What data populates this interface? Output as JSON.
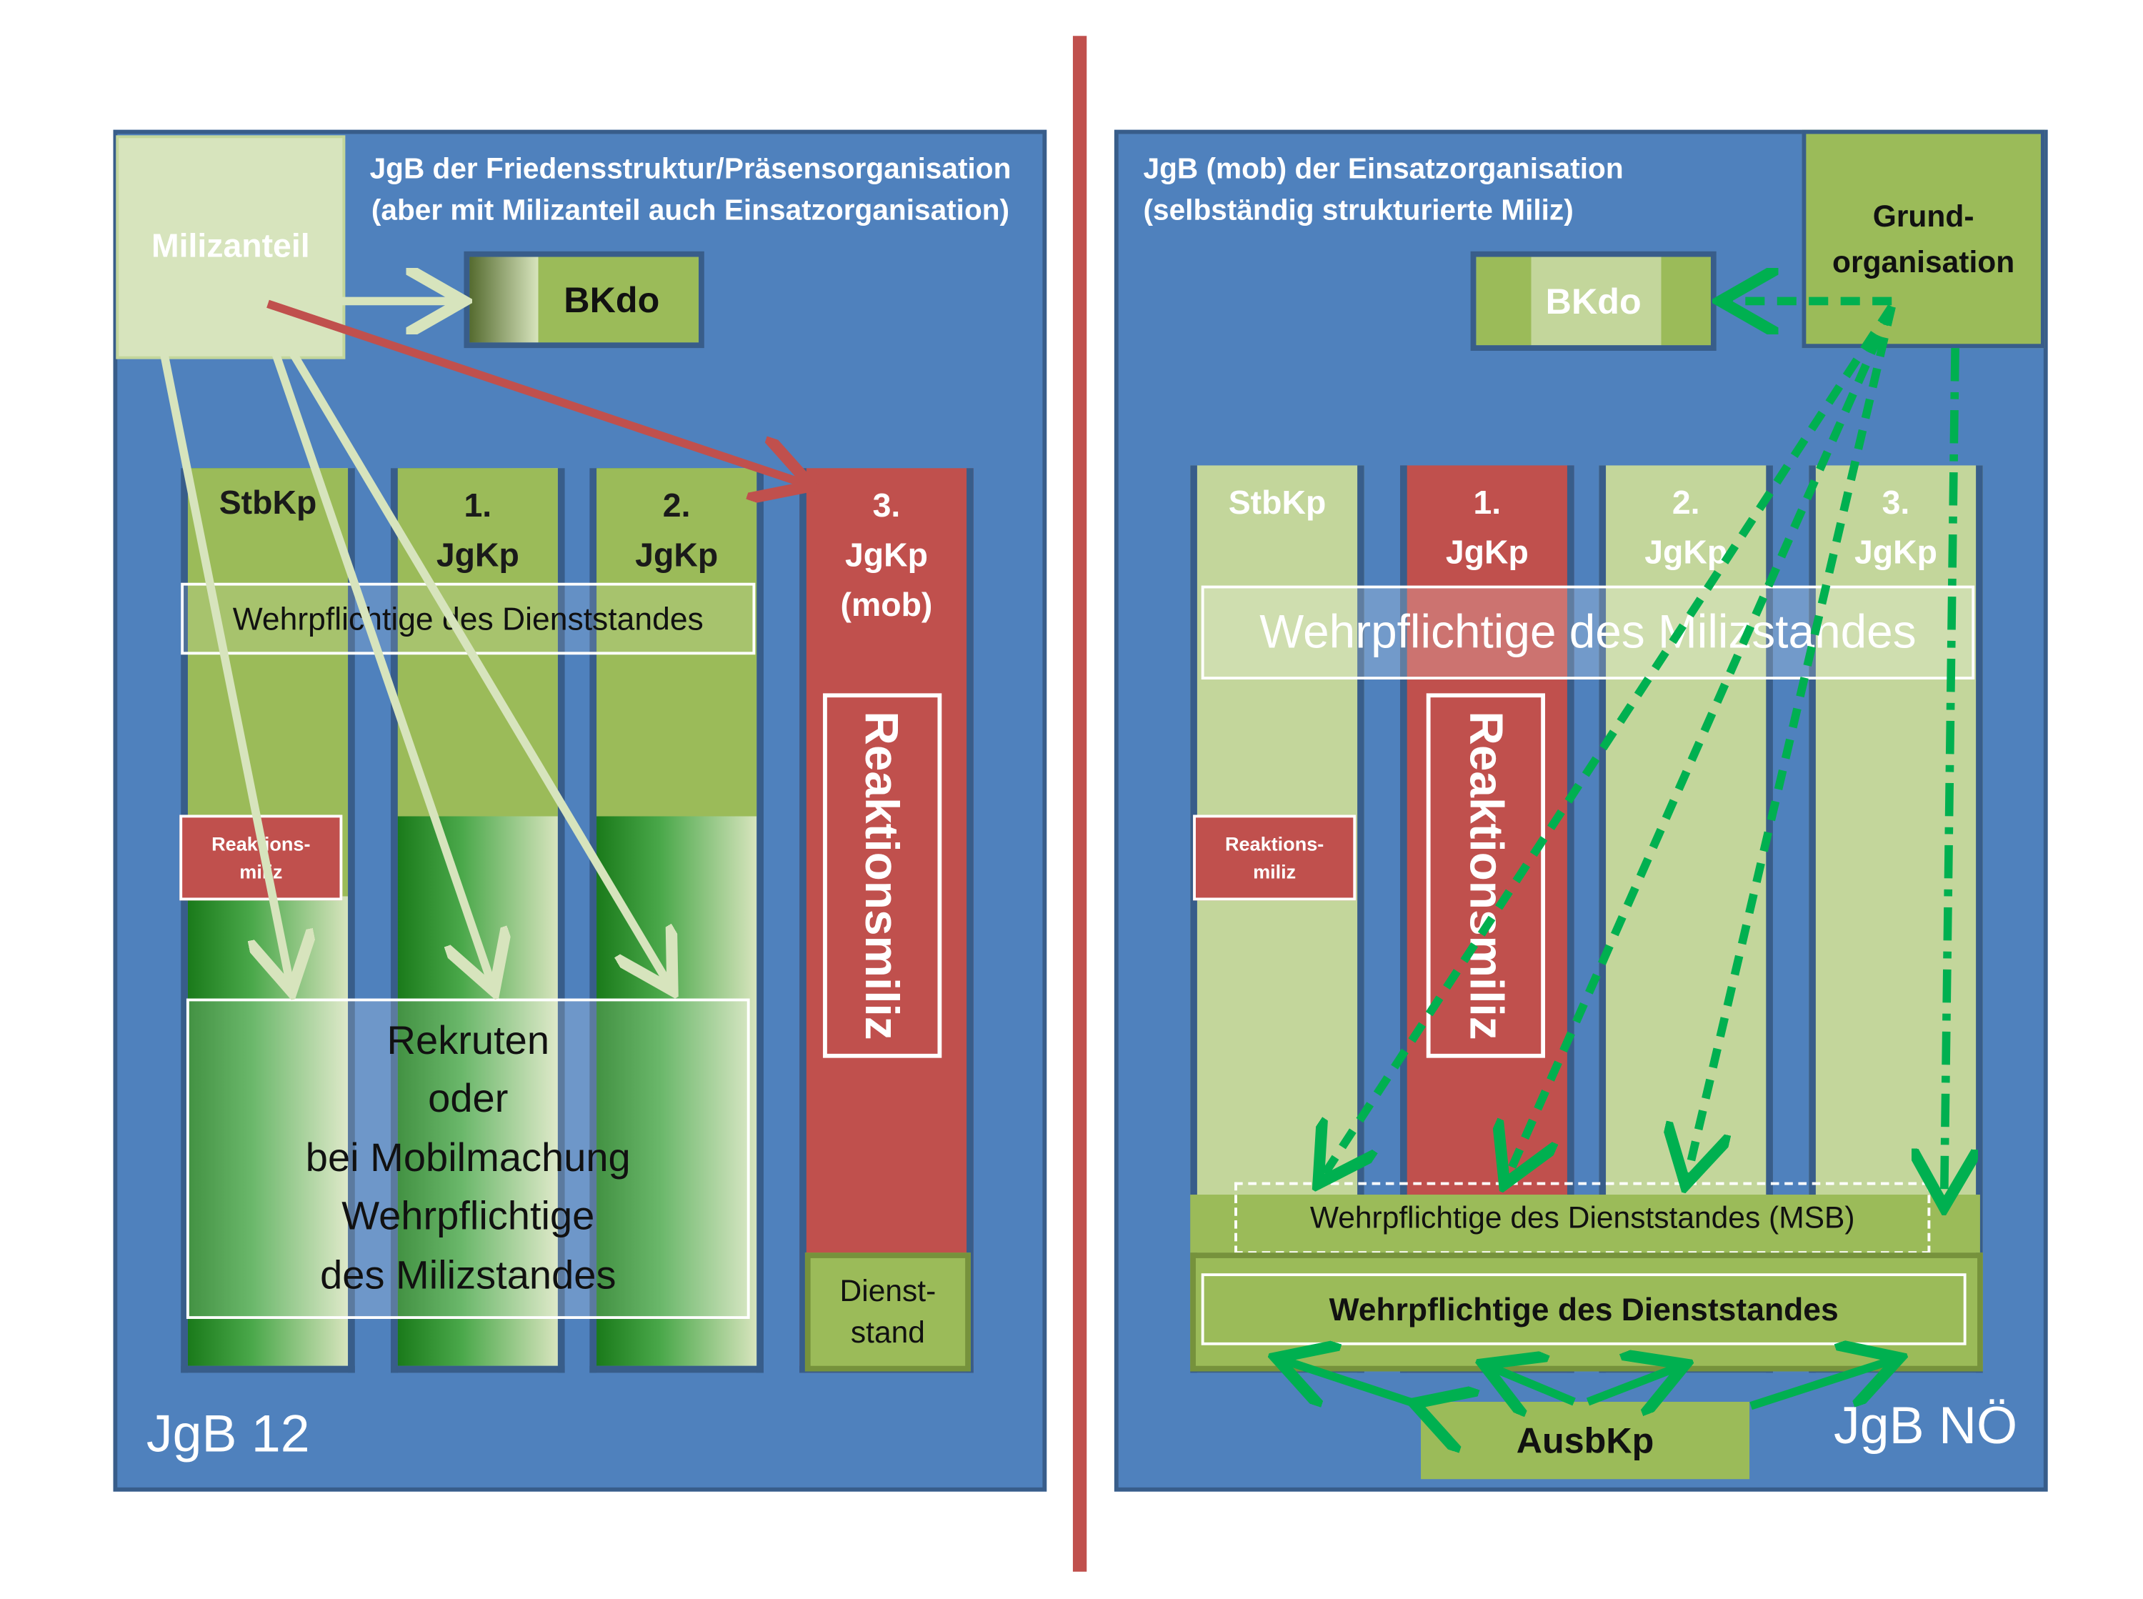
{
  "divider_color": "#c0504d",
  "colors": {
    "panel_blue": "#4f81bd",
    "green": "#9bbb59",
    "light_green": "#c3d69b",
    "pale_green": "#d7e4bd",
    "red": "#c0504d",
    "bright_green": "#00b050"
  },
  "left": {
    "heading_line1": "JgB der Friedensstruktur/Präsensorganisation",
    "heading_line2": "(aber mit Milizanteil auch Einsatzorganisation)",
    "milizanteil": "Milizanteil",
    "bkdo": "BKdo",
    "columns": [
      {
        "line1": "StbKp",
        "line2": ""
      },
      {
        "line1": "1.",
        "line2": "JgKp"
      },
      {
        "line1": "2.",
        "line2": "JgKp"
      },
      {
        "line1": "3.",
        "line2": "JgKp",
        "line3": "(mob)"
      }
    ],
    "wehrpflichtige_dienst": "Wehrpflichtige des Dienststandes",
    "reaktionsmiliz_small_1": "Reaktions-",
    "reaktionsmiliz_small_2": "miliz",
    "reaktionsmiliz_vertical": "Reaktionsmiliz",
    "rekruten_lines": [
      "Rekruten",
      "oder",
      "bei Mobilmachung",
      "Wehrpflichtige",
      "des Milizstandes"
    ],
    "dienststand_1": "Dienst-",
    "dienststand_2": "stand",
    "footer": "JgB 12"
  },
  "right": {
    "heading_line1": "JgB (mob) der Einsatzorganisation",
    "heading_line2": "(selbständig strukturierte Miliz)",
    "grund_1": "Grund-",
    "grund_2": "organisation",
    "bkdo": "BKdo",
    "columns": [
      {
        "line1": "StbKp",
        "line2": ""
      },
      {
        "line1": "1.",
        "line2": "JgKp"
      },
      {
        "line1": "2.",
        "line2": "JgKp"
      },
      {
        "line1": "3.",
        "line2": "JgKp"
      }
    ],
    "wehrpflichtige_miliz": "Wehrpflichtige des Milizstandes",
    "reaktionsmiliz_small_1": "Reaktions-",
    "reaktionsmiliz_small_2": "miliz",
    "reaktionsmiliz_vertical": "Reaktionsmiliz",
    "msb": "Wehrpflichtige des Dienststandes (MSB)",
    "wehrpflichtige_dienst": "Wehrpflichtige des Dienststandes",
    "ausbkp": "AusbKp",
    "footer": "JgB NÖ"
  }
}
